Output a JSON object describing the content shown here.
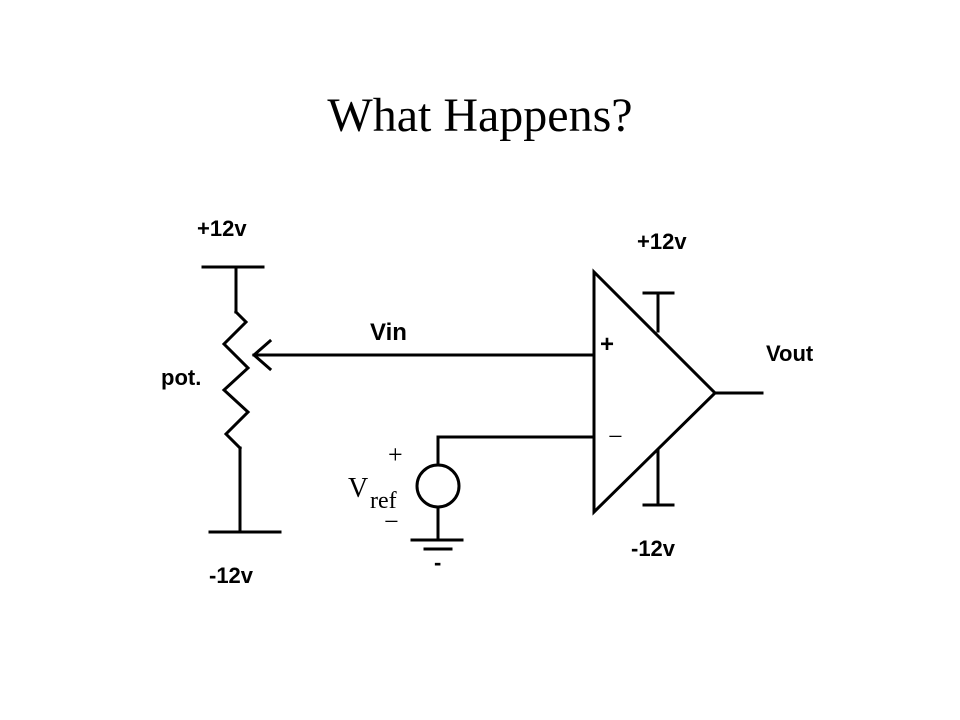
{
  "slide": {
    "title": "What Happens?"
  },
  "circuit": {
    "pot_top_supply": "+12v",
    "pot_bottom_supply": "-12v",
    "pot_label": "pot.",
    "vin_label": "Vin",
    "opamp_pos_supply": "+12v",
    "opamp_neg_supply": "-12v",
    "plus_input": "+",
    "minus_input": "−",
    "vout_label": "Vout",
    "vref_plus": "+",
    "vref_main": "V",
    "vref_sub": "ref",
    "vref_minus": "−",
    "ground_mark": "-"
  }
}
